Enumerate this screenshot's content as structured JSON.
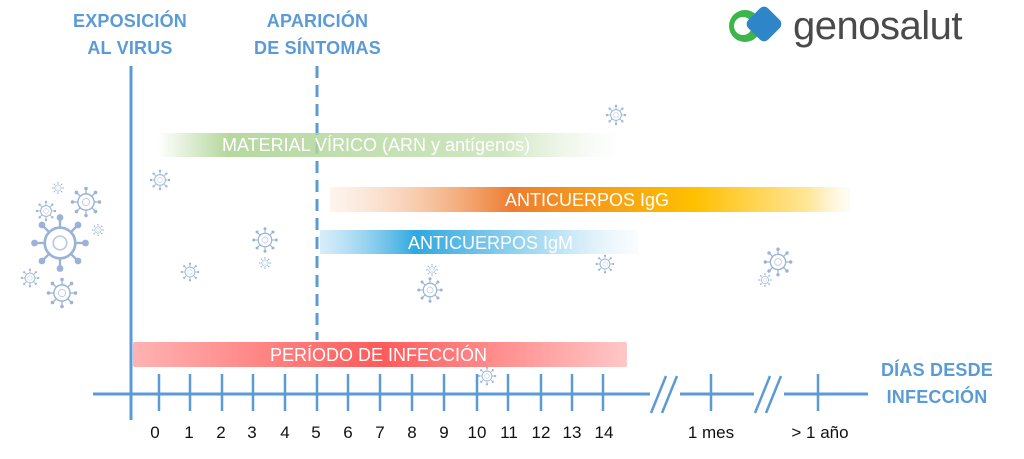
{
  "logo": {
    "text": "genosalut"
  },
  "headers": {
    "exposure": [
      "EXPOSICIÓN",
      "AL VIRUS"
    ],
    "symptoms": [
      "APARICIÓN",
      "DE SÍNTOMAS"
    ],
    "axis_title": [
      "DÍAS DESDE",
      "INFECCIÓN"
    ]
  },
  "bars": {
    "viral_material": "MATERIAL VÍRICO (ARN y antígenos)",
    "igg": "ANTICUERPOS IgG",
    "igm": "ANTICUERPOS IgM",
    "infection": "PERÍODO DE INFECCIÓN"
  },
  "axis": {
    "ticks": [
      "0",
      "1",
      "2",
      "3",
      "4",
      "5",
      "6",
      "7",
      "8",
      "9",
      "10",
      "11",
      "12",
      "13",
      "14",
      "1 mes",
      "> 1 año"
    ]
  },
  "colors": {
    "axis_blue": "#5b9bd5",
    "viral": "#a9d18e",
    "igg_orange": "#ed7d31",
    "igg_yellow": "#ffc000",
    "igm_blue": "#2fa8e0",
    "infection_red": "#ff5a5a"
  },
  "icons": [
    "virus-icon"
  ]
}
